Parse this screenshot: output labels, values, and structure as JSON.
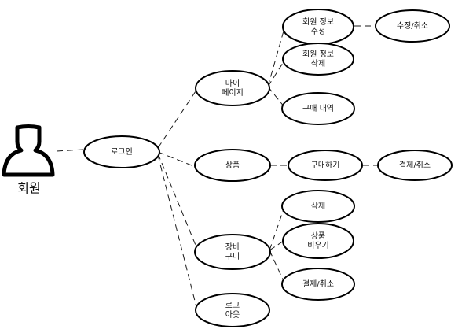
{
  "actor": {
    "label": "회원",
    "icon": "user-icon"
  },
  "nodes": [
    {
      "id": "login",
      "lines": [
        "로그인"
      ]
    },
    {
      "id": "mypage",
      "lines": [
        "마이",
        "페이지"
      ]
    },
    {
      "id": "product",
      "lines": [
        "상품"
      ]
    },
    {
      "id": "cart",
      "lines": [
        "장바",
        "구니"
      ]
    },
    {
      "id": "logout",
      "lines": [
        "로그",
        "아웃"
      ]
    },
    {
      "id": "edit-info",
      "lines": [
        "회원 정보",
        "수정"
      ]
    },
    {
      "id": "delete-info",
      "lines": [
        "회원 정보",
        "삭제"
      ]
    },
    {
      "id": "purchase-history",
      "lines": [
        "구매 내역"
      ]
    },
    {
      "id": "edit-cancel",
      "lines": [
        "수정/취소"
      ]
    },
    {
      "id": "buy",
      "lines": [
        "구매하기"
      ]
    },
    {
      "id": "pay-cancel-1",
      "lines": [
        "결제/취소"
      ]
    },
    {
      "id": "cart-delete",
      "lines": [
        "삭제"
      ]
    },
    {
      "id": "cart-empty",
      "lines": [
        "상품",
        "비우기"
      ]
    },
    {
      "id": "pay-cancel-2",
      "lines": [
        "결제/취소"
      ]
    }
  ],
  "edges": [
    [
      "actor",
      "login"
    ],
    [
      "login",
      "mypage"
    ],
    [
      "login",
      "product"
    ],
    [
      "login",
      "cart"
    ],
    [
      "login",
      "logout"
    ],
    [
      "mypage",
      "edit-info"
    ],
    [
      "mypage",
      "delete-info"
    ],
    [
      "mypage",
      "purchase-history"
    ],
    [
      "edit-info",
      "edit-cancel"
    ],
    [
      "product",
      "buy"
    ],
    [
      "buy",
      "pay-cancel-1"
    ],
    [
      "cart",
      "cart-delete"
    ],
    [
      "cart",
      "cart-empty"
    ],
    [
      "cart",
      "pay-cancel-2"
    ]
  ]
}
